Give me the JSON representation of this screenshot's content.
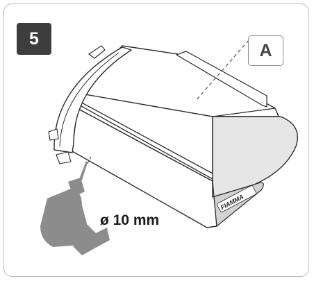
{
  "step": {
    "number": "5"
  },
  "callout": {
    "label": "A"
  },
  "dimension": {
    "label": "ø 10 mm"
  },
  "brand": {
    "logo_text": "FIAMMA"
  },
  "colors": {
    "badge_bg": "#3d3d3d",
    "frame_border": "#bdbdbd",
    "drill_gray": "#8c8c8c",
    "line": "#2b2b2b"
  }
}
